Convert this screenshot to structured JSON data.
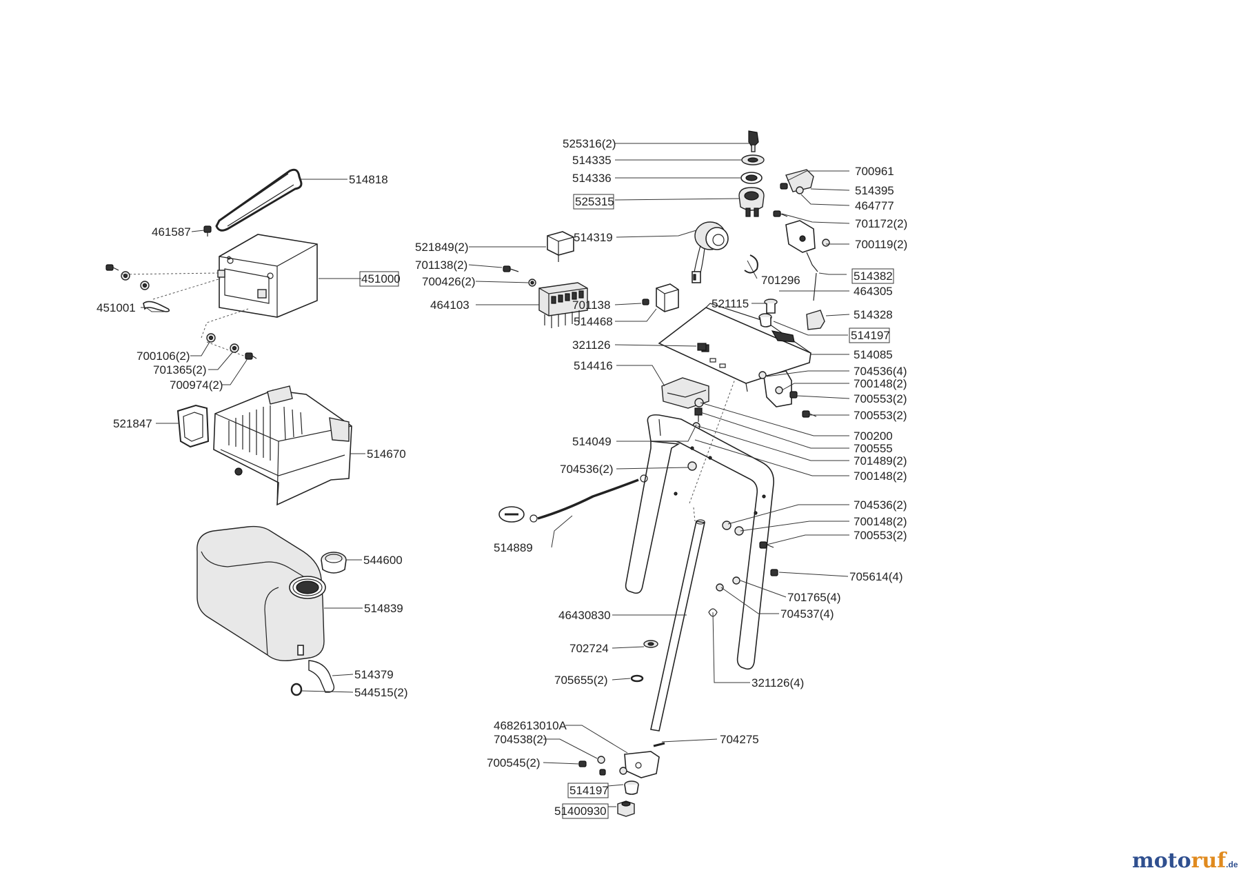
{
  "labels": {
    "l514818": "514818",
    "l461587": "461587",
    "l451000": "451000",
    "l451001": "451001",
    "l700106": "700106(2)",
    "l701365": "701365(2)",
    "l700974": "700974(2)",
    "l521847": "521847",
    "l514670": "514670",
    "l544600": "544600",
    "l514839": "514839",
    "l514379": "514379",
    "l544515": "544515(2)",
    "l525316": "525316(2)",
    "l514335": "514335",
    "l514336": "514336",
    "l525315": "525315",
    "l514319": "514319",
    "l521849": "521849(2)",
    "l701138a": "701138(2)",
    "l700426": "700426(2)",
    "l464103": "464103",
    "l701138b": "701138",
    "l514468": "514468",
    "l321126": "321126",
    "l514416": "514416",
    "l514049": "514049",
    "l704536a": "704536(2)",
    "l514889": "514889",
    "l46430830": "46430830",
    "l702724": "702724",
    "l705655": "705655(2)",
    "l4682613010A": "4682613010A",
    "l704538": "704538(2)",
    "l700545": "700545(2)",
    "l514197b": "514197",
    "l51400930": "51400930",
    "l704275": "704275",
    "l700961": "700961",
    "l514395": "514395",
    "l464777": "464777",
    "l701172": "701172(2)",
    "l700119": "700119(2)",
    "l701296": "701296",
    "l514382": "514382",
    "l521115": "521115",
    "l464305": "464305",
    "l514328": "514328",
    "l514197a": "514197",
    "l514085": "514085",
    "l704536b": "704536(4)",
    "l700148a": "700148(2)",
    "l700553a": "700553(2)",
    "l700553b": "700553(2)",
    "l700200": "700200",
    "l700555": "700555",
    "l701489": "701489(2)",
    "l700148b": "700148(2)",
    "l704536c": "704536(2)",
    "l700148c": "700148(2)",
    "l700553c": "700553(2)",
    "l705614": "705614(4)",
    "l701765": "701765(4)",
    "l704537": "704537(4)",
    "l321126b": "321126(4)"
  },
  "logo": {
    "brand_a": "moto",
    "brand_b": "ruf",
    "suffix": ".de"
  },
  "colors": {
    "logo_blue": "#2f4f8f",
    "logo_orange": "#e08a1e"
  }
}
